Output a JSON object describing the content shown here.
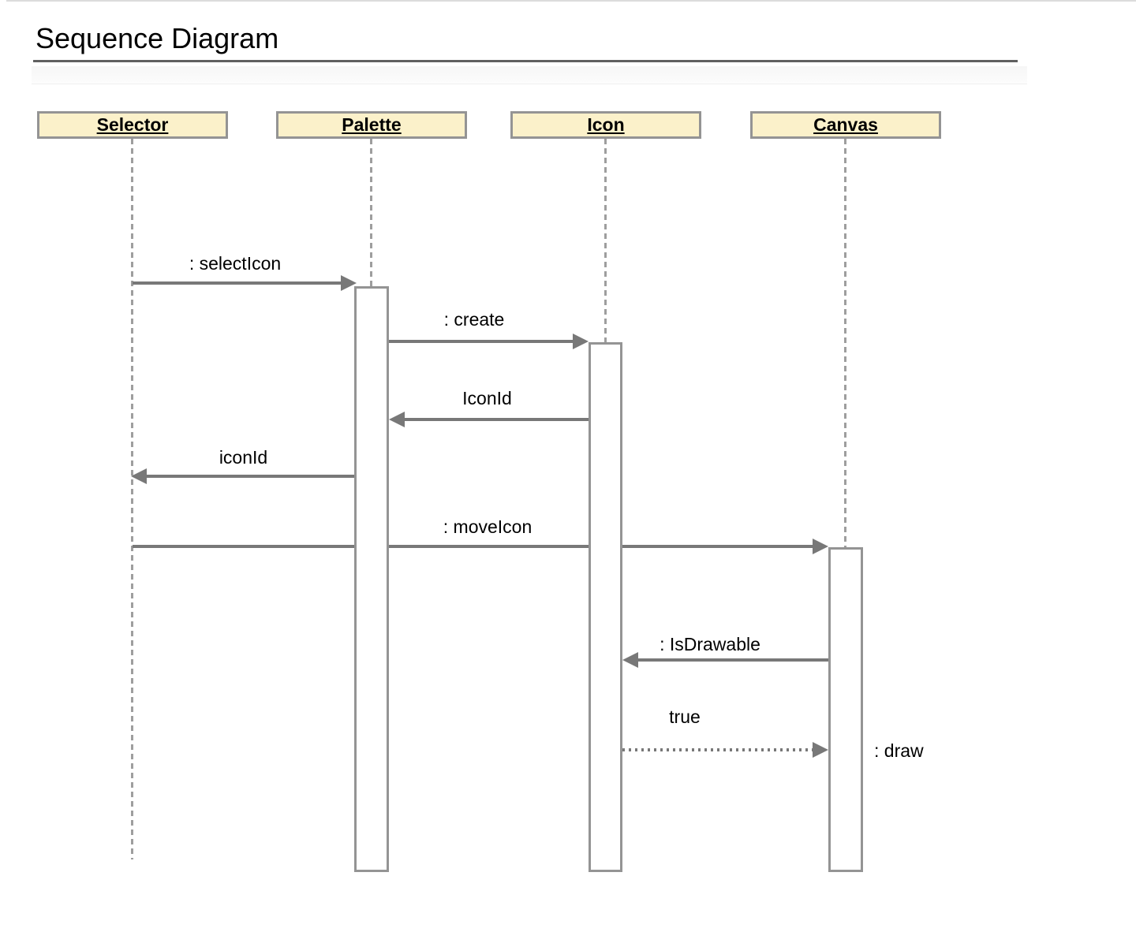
{
  "page": {
    "title": "Sequence Diagram"
  },
  "diagram": {
    "actors": [
      {
        "id": "selector",
        "label": "Selector"
      },
      {
        "id": "palette",
        "label": "Palette"
      },
      {
        "id": "icon",
        "label": "Icon"
      },
      {
        "id": "canvas",
        "label": "Canvas"
      }
    ],
    "messages": [
      {
        "label": ": selectIcon",
        "from": "Selector",
        "to": "Palette",
        "kind": "solid-call"
      },
      {
        "label": ": create",
        "from": "Palette",
        "to": "Icon",
        "kind": "solid-call"
      },
      {
        "label": "IconId",
        "from": "Icon",
        "to": "Palette",
        "kind": "solid-return"
      },
      {
        "label": "iconId",
        "from": "Palette",
        "to": "Selector",
        "kind": "solid-return"
      },
      {
        "label": ": moveIcon",
        "from": "Selector",
        "to": "Canvas",
        "kind": "solid-call"
      },
      {
        "label": ": IsDrawable",
        "from": "Canvas",
        "to": "Icon",
        "kind": "solid-call"
      },
      {
        "label": "true",
        "from": "Icon",
        "to": "Canvas",
        "kind": "dotted-return"
      },
      {
        "label": ": draw",
        "from": "Canvas",
        "to": "Canvas",
        "kind": "self-note"
      }
    ]
  },
  "colors": {
    "actor-fill": "#FBF1CA",
    "shape-border": "#949494",
    "line": "#787878",
    "lifeline": "#9E9E9E",
    "title-rule": "#606060"
  }
}
